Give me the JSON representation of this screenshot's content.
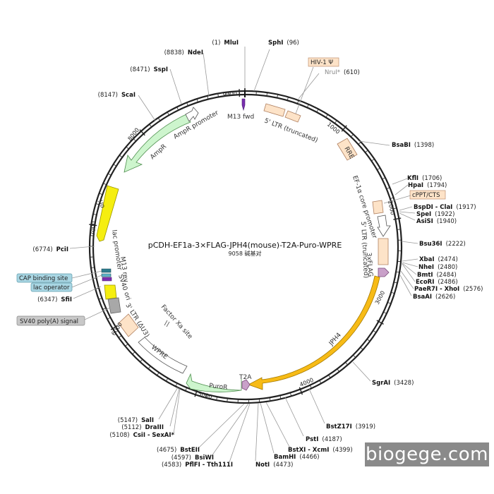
{
  "chart_data": {
    "type": "plasmid-map",
    "title": "pCDH-EF1a-3×FLAG-JPH4(mouse)-T2A-Puro-WPRE",
    "length_label": "9058 碱基对",
    "total_bp": 9058,
    "ticks": [
      "1000",
      "2000",
      "3000",
      "4000",
      "5000",
      "6000",
      "7000",
      "8000",
      "9000"
    ],
    "sites": [
      {
        "name": "MluI",
        "pos": "(1)"
      },
      {
        "name": "SphI",
        "pos": "(96)"
      },
      {
        "name": "NruI*",
        "pos": "(610)",
        "muted": true
      },
      {
        "name": "BsaBI",
        "pos": "(1398)"
      },
      {
        "name": "KflI",
        "pos": "(1706)"
      },
      {
        "name": "HpaI",
        "pos": "(1794)"
      },
      {
        "name": "BspDI - ClaI",
        "pos": "(1917)"
      },
      {
        "name": "SpeI",
        "pos": "(1922)"
      },
      {
        "name": "AsiSI",
        "pos": "(1940)"
      },
      {
        "name": "Bsu36I",
        "pos": "(2222)"
      },
      {
        "name": "XbaI",
        "pos": "(2474)"
      },
      {
        "name": "NheI",
        "pos": "(2480)"
      },
      {
        "name": "BmtI",
        "pos": "(2484)"
      },
      {
        "name": "EcoRI",
        "pos": "(2486)"
      },
      {
        "name": "PaeR7I - XhoI",
        "pos": "(2576)"
      },
      {
        "name": "BsaAI",
        "pos": "(2626)"
      },
      {
        "name": "SgrAI",
        "pos": "(3428)"
      },
      {
        "name": "BstZ17I",
        "pos": "(3919)"
      },
      {
        "name": "PstI",
        "pos": "(4187)"
      },
      {
        "name": "BstXI - XcmI",
        "pos": "(4399)"
      },
      {
        "name": "BamHI",
        "pos": "(4466)"
      },
      {
        "name": "NotI",
        "pos": "(4473)"
      },
      {
        "name": "PflFI - Tth111I",
        "pos": "(4583)"
      },
      {
        "name": "BsiWI",
        "pos": "(4597)"
      },
      {
        "name": "BstEII",
        "pos": "(4675)"
      },
      {
        "name": "CsiI - SexAI*",
        "pos": "(5108)",
        "muted": true
      },
      {
        "name": "DraIII",
        "pos": "(5112)"
      },
      {
        "name": "SalI",
        "pos": "(5147)"
      },
      {
        "name": "SfiI",
        "pos": "(6347)"
      },
      {
        "name": "PciI",
        "pos": "(6774)"
      },
      {
        "name": "ScaI",
        "pos": "(8147)"
      },
      {
        "name": "SspI",
        "pos": "(8471)"
      },
      {
        "name": "NdeI",
        "pos": "(8838)"
      }
    ],
    "features": [
      {
        "name": "M13 fwd"
      },
      {
        "name": "5' LTR (truncated)"
      },
      {
        "name": "RRE"
      },
      {
        "name": "EF-1α core promoter"
      },
      {
        "name": "5' LTR (truncated)"
      },
      {
        "name": "3xFLAG"
      },
      {
        "name": "JPH4"
      },
      {
        "name": "T2A"
      },
      {
        "name": "PuroR"
      },
      {
        "name": "WPRE"
      },
      {
        "name": "Factor Xa site"
      },
      {
        "name": "3' LTR (ΔU3)"
      },
      {
        "name": "SV40 ori"
      },
      {
        "name": "M13 rev"
      },
      {
        "name": "lac promoter"
      },
      {
        "name": "ori"
      },
      {
        "name": "AmpR"
      },
      {
        "name": "AmpR promoter"
      }
    ],
    "boxed_labels": [
      {
        "name": "HIV-1 Ψ",
        "color": "#fde3c8"
      },
      {
        "name": "cPPT/CTS",
        "color": "#fde3c8"
      },
      {
        "name": "CAP binding site",
        "color": "#a9d6e3"
      },
      {
        "name": "lac operator",
        "color": "#a9d6e3"
      },
      {
        "name": "SV40 poly(A) signal",
        "color": "#c8c8c8"
      }
    ],
    "colors": {
      "ltr": "#fde3c8",
      "jph4": "#f7bb16",
      "ori": "#f5ee10",
      "ampr": "#cdf5cd",
      "puror": "#cdf5cd",
      "flag": "#c9a0c9",
      "m13": "#7a2fb0"
    }
  },
  "watermark": "biogege.com"
}
